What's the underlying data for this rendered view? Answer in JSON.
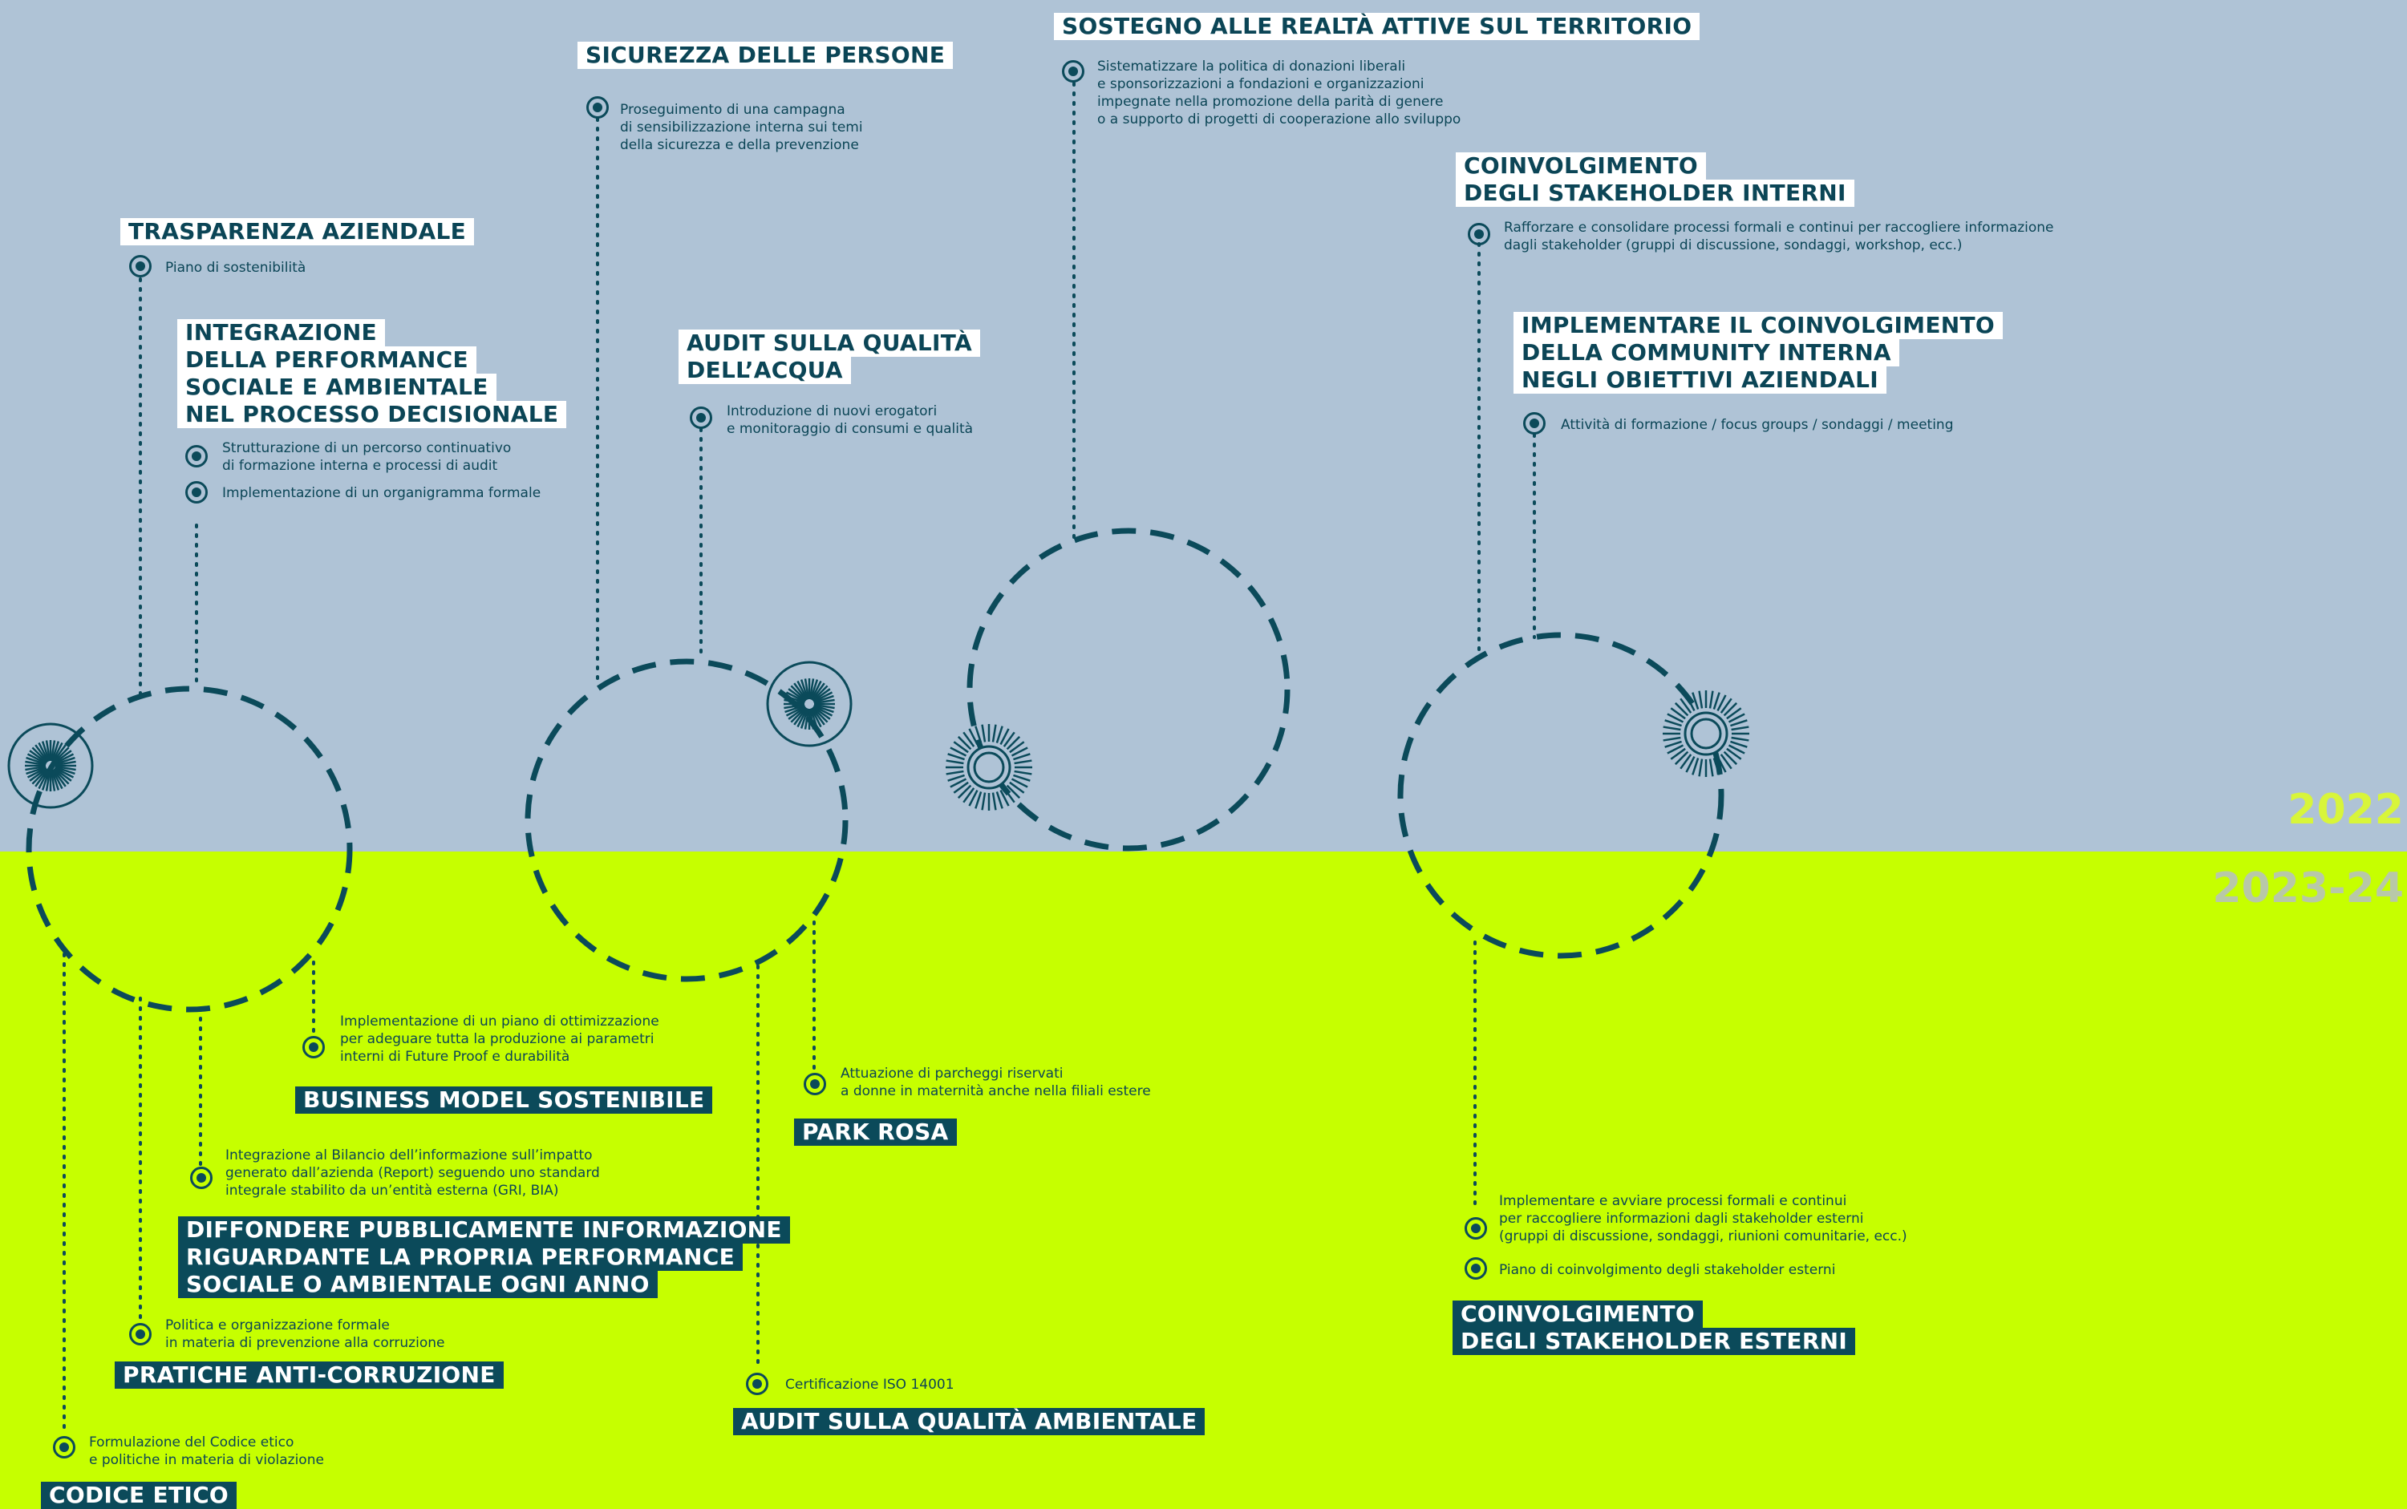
{
  "years": {
    "current": "2022",
    "next": "2023-24"
  },
  "top": {
    "trasparenza": {
      "title": [
        "TRASPARENZA AZIENDALE"
      ],
      "items": [
        "Piano di sostenibilità"
      ]
    },
    "integrazione": {
      "title": [
        "INTEGRAZIONE",
        "DELLA PERFORMANCE",
        "SOCIALE E AMBIENTALE",
        "NEL PROCESSO DECISIONALE"
      ],
      "items": [
        "Strutturazione di un percorso continuativo\ndi formazione interna e processi di audit",
        "Implementazione di un organigramma formale"
      ]
    },
    "sicurezza": {
      "title": [
        "SICUREZZA DELLE PERSONE"
      ],
      "items": [
        "Proseguimento di una campagna\ndi sensibilizzazione interna sui temi\ndella sicurezza e della prevenzione"
      ]
    },
    "acqua": {
      "title": [
        "AUDIT SULLA QUALITÀ",
        "DELL’ACQUA"
      ],
      "items": [
        "Introduzione di nuovi erogatori\ne monitoraggio di consumi e qualità"
      ]
    },
    "sostegno": {
      "title": [
        "SOSTEGNO ALLE REALTÀ ATTIVE SUL TERRITORIO"
      ],
      "items": [
        "Sistematizzare la politica di donazioni liberali\ne sponsorizzazioni a fondazioni e organizzazioni\nimpegnate nella promozione della parità di genere\no a supporto di progetti di cooperazione allo sviluppo"
      ]
    },
    "interni": {
      "title": [
        "COINVOLGIMENTO",
        "DEGLI STAKEHOLDER INTERNI"
      ],
      "items": [
        "Rafforzare e consolidare processi formali e continui per raccogliere informazione\ndagli stakeholder (gruppi di discussione, sondaggi, workshop, ecc.)"
      ]
    },
    "community": {
      "title": [
        "IMPLEMENTARE IL COINVOLGIMENTO",
        "DELLA COMMUNITY INTERNA",
        "NEGLI OBIETTIVI AZIENDALI"
      ],
      "items": [
        "Attività di formazione / focus groups / sondaggi / meeting"
      ]
    }
  },
  "bottom": {
    "business": {
      "title": [
        "BUSINESS MODEL SOSTENIBILE"
      ],
      "items": [
        "Implementazione di un piano di ottimizzazione\nper adeguare tutta la produzione ai parametri\ninterni di Future Proof e durabilità"
      ]
    },
    "diffondere": {
      "title": [
        "DIFFONDERE PUBBLICAMENTE INFORMAZIONE",
        "RIGUARDANTE LA PROPRIA PERFORMANCE",
        "SOCIALE O AMBIENTALE OGNI ANNO"
      ],
      "items": [
        "Integrazione al Bilancio dell’informazione sull’impatto\ngenerato dall’azienda (Report) seguendo uno standard\nintegrale stabilito da un’entità esterna (GRI, BIA)"
      ]
    },
    "anticorruzione": {
      "title": [
        "PRATICHE ANTI-CORRUZIONE"
      ],
      "items": [
        "Politica e organizzazione formale\nin materia di prevenzione alla corruzione"
      ]
    },
    "codice": {
      "title": [
        "CODICE ETICO"
      ],
      "items": [
        "Formulazione del Codice etico\ne politiche in materia di violazione"
      ]
    },
    "park": {
      "title": [
        "PARK ROSA"
      ],
      "items": [
        "Attuazione di parcheggi riservati\na donne in maternità anche nella filiali estere"
      ]
    },
    "ambientale": {
      "title": [
        "AUDIT SULLA QUALITÀ AMBIENTALE"
      ],
      "items": [
        "Certificazione ISO 14001"
      ]
    },
    "esterni": {
      "title": [
        "COINVOLGIMENTO",
        "DEGLI STAKEHOLDER ESTERNI"
      ],
      "items": [
        "Implementare e avviare processi formali e continui\nper raccogliere informazioni dagli stakeholder esterni\n(gruppi di discussione, sondaggi, riunioni comunitarie, ecc.)",
        "Piano di coinvolgimento degli stakeholder esterni"
      ]
    }
  },
  "colors": {
    "top_band": "#afc3d6",
    "bottom_band": "#c6ff00",
    "dark": "#0b4a5a",
    "year_2022": "#d8f53a"
  },
  "icons": [
    "sun-icon"
  ]
}
